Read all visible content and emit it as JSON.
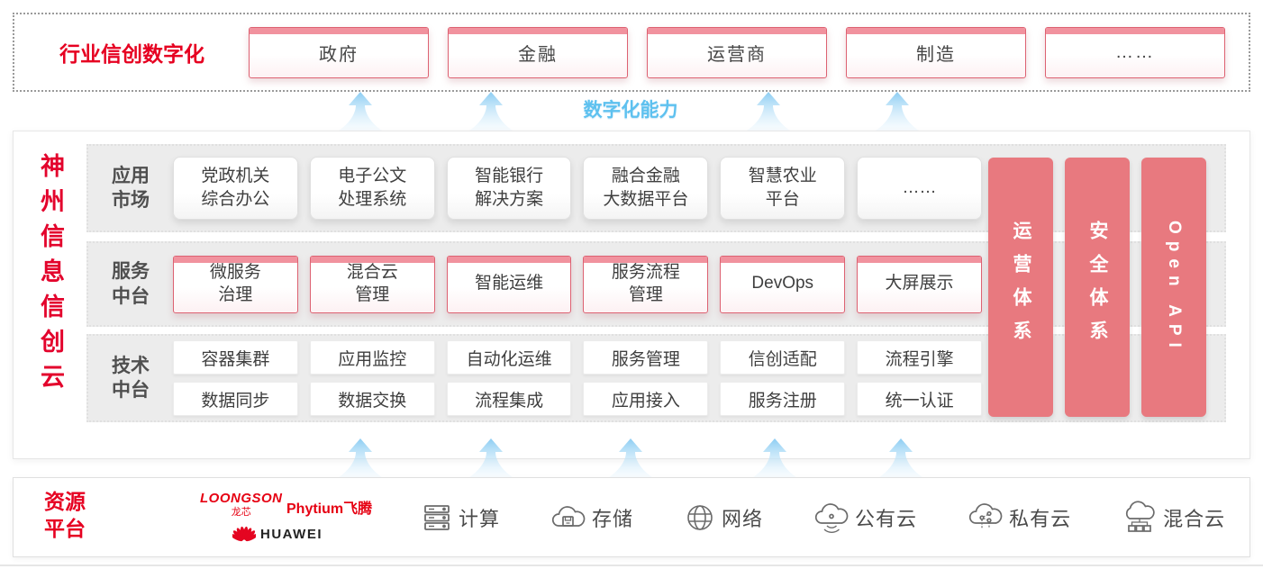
{
  "top": {
    "label": "行业信创数字化",
    "industries": [
      "政府",
      "金融",
      "运营商",
      "制造",
      "……"
    ]
  },
  "capability": {
    "label": "数字化能力"
  },
  "main": {
    "title": "神州信息信创云",
    "rows": [
      {
        "label": "应用\n市场",
        "items": [
          "党政机关\n综合办公",
          "电子公文\n处理系统",
          "智能银行\n解决方案",
          "融合金融\n大数据平台",
          "智慧农业\n平台",
          "……"
        ]
      },
      {
        "label": "服务\n中台",
        "items": [
          "微服务\n治理",
          "混合云\n管理",
          "智能运维",
          "服务流程\n管理",
          "DevOps",
          "大屏展示"
        ]
      },
      {
        "label": "技术\n中台",
        "items_top": [
          "容器集群",
          "应用监控",
          "自动化运维",
          "服务管理",
          "信创适配",
          "流程引擎"
        ],
        "items_bottom": [
          "数据同步",
          "数据交换",
          "流程集成",
          "应用接入",
          "服务注册",
          "统一认证"
        ]
      }
    ],
    "pillars": [
      "运营体系",
      "安全体系",
      "Open API"
    ]
  },
  "bottom": {
    "label": "资源\n平台",
    "vendors": {
      "loongson": "LOONGSON",
      "loongson_cn": "龙芯",
      "phytium": "Phytium飞腾",
      "huawei": "HUAWEI"
    },
    "resources": [
      {
        "icon": "server-icon",
        "label": "计算"
      },
      {
        "icon": "storage-cloud-icon",
        "label": "存储"
      },
      {
        "icon": "network-globe-icon",
        "label": "网络"
      },
      {
        "icon": "public-cloud-icon",
        "label": "公有云"
      },
      {
        "icon": "private-cloud-icon",
        "label": "私有云"
      },
      {
        "icon": "hybrid-cloud-icon",
        "label": "混合云"
      }
    ]
  },
  "colors": {
    "brand_red": "#e60021",
    "pillar_red": "#e8797f",
    "box_border_pink": "#dd6272",
    "box_lid_pink": "#f1929e",
    "capability_blue": "#5ec1ef",
    "panel_gray": "#ececec"
  }
}
